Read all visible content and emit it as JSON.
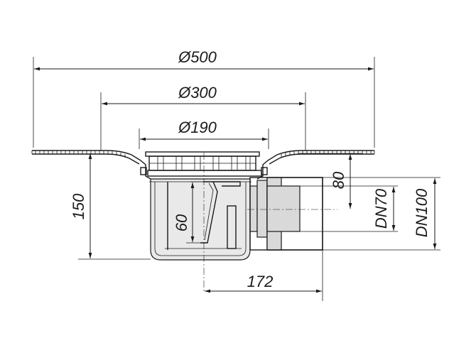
{
  "dimensions": {
    "d500": "Ø500",
    "d300": "Ø300",
    "d190": "Ø190",
    "h150": "150",
    "h60": "60",
    "h80": "80",
    "dn70": "DN70",
    "dn100": "DN100",
    "w172": "172"
  },
  "colors": {
    "line": "#1a1a1a",
    "body": "#e9e9e9",
    "pipe": "#d9d9d9"
  }
}
